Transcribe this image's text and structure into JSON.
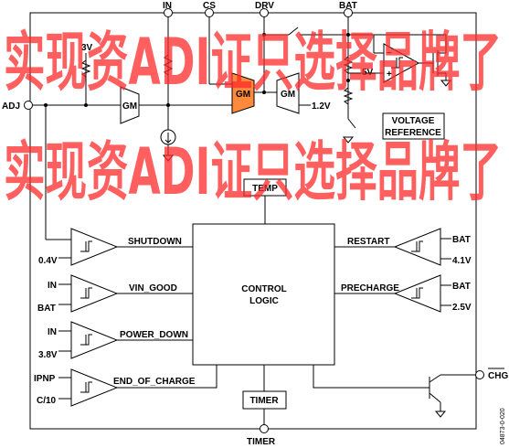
{
  "pins": {
    "in": "IN",
    "cs": "CS",
    "drv": "DRV",
    "bat": "BAT",
    "adj": "ADJ",
    "timer": "TIMER",
    "chg": "CHG"
  },
  "blocks": {
    "gm1": "GM",
    "gm2": "GM",
    "gm3": "GM",
    "temp": "TEMP",
    "control_line1": "CONTROL",
    "control_line2": "LOGIC",
    "timer_block": "TIMER",
    "voltage_ref_line1": "VOLTAGE",
    "voltage_ref_line2": "REFERENCE"
  },
  "supply_labels": {
    "v3": "3V",
    "v5": "5V",
    "v1_2": "1.2V"
  },
  "comparators_left": [
    {
      "in_top": "",
      "in_bottom": "0.4V",
      "signal": "SHUTDOWN"
    },
    {
      "in_top": "IN",
      "in_bottom": "BAT",
      "signal": "VIN_GOOD"
    },
    {
      "in_top": "IN",
      "in_bottom": "3.8V",
      "signal": "POWER_DOWN"
    },
    {
      "in_top": "IPNP",
      "in_bottom": "C/10",
      "signal": "END_OF_CHARGE"
    }
  ],
  "comparators_right": [
    {
      "in_top": "BAT",
      "in_bottom": "4.1V",
      "signal": "RESTART"
    },
    {
      "in_top": "BAT",
      "in_bottom": "2.5V",
      "signal": "PRECHARGE"
    }
  ],
  "watermark": "实现资ADI证只选择品牌了",
  "figure_id": "04873-0-020",
  "colors": {
    "gm_fill": "#ff8a3c",
    "watermark": "#ff2a2a",
    "line": "#000000"
  }
}
